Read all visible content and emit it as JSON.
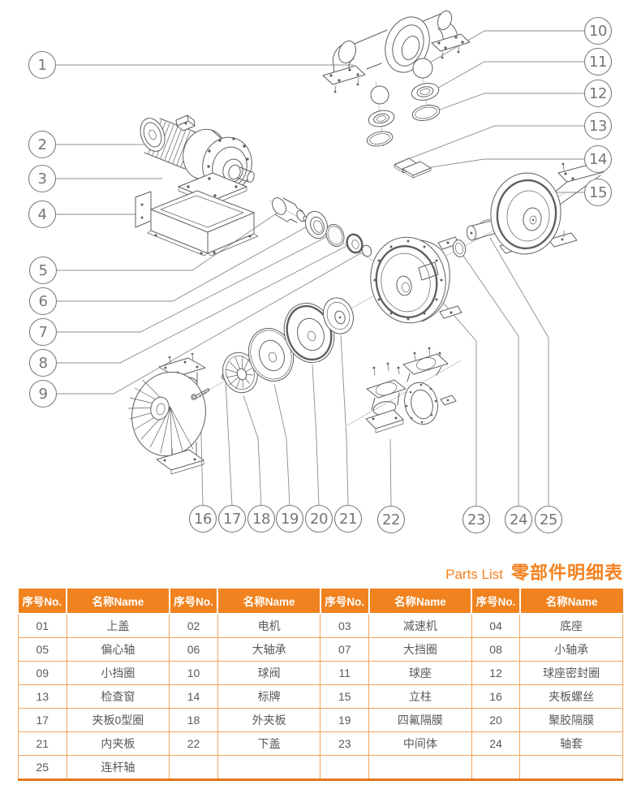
{
  "diagram": {
    "callouts": [
      "1",
      "2",
      "3",
      "4",
      "5",
      "6",
      "7",
      "8",
      "9",
      "10",
      "11",
      "12",
      "13",
      "14",
      "15",
      "16",
      "17",
      "18",
      "19",
      "20",
      "21",
      "22",
      "23",
      "24",
      "25"
    ]
  },
  "parts_list": {
    "title_en": "Parts List",
    "title_zh": "零部件明细表"
  },
  "parts_table": {
    "headers": [
      "序号No.",
      "名称Name",
      "序号No.",
      "名称Name",
      "序号No.",
      "名称Name",
      "序号No.",
      "名称Name"
    ],
    "rows": [
      [
        "01",
        "上盖",
        "02",
        "电机",
        "03",
        "减速机",
        "04",
        "底座"
      ],
      [
        "05",
        "偏心轴",
        "06",
        "大轴承",
        "07",
        "大挡圈",
        "08",
        "小轴承"
      ],
      [
        "09",
        "小挡圈",
        "10",
        "球阀",
        "11",
        "球座",
        "12",
        "球座密封圈"
      ],
      [
        "13",
        "检查窗",
        "14",
        "标牌",
        "15",
        "立柱",
        "16",
        "夹板螺丝"
      ],
      [
        "17",
        "夹板0型圈",
        "18",
        "外夹板",
        "19",
        "四氟隔膜",
        "20",
        "聚胶隔膜"
      ],
      [
        "21",
        "内夹板",
        "22",
        "下盖",
        "23",
        "中间体",
        "24",
        "轴套"
      ],
      [
        "25",
        "连杆轴",
        "",
        "",
        "",
        "",
        "",
        ""
      ]
    ]
  },
  "colors": {
    "accent_orange": "#f0821f",
    "title_orange": "#f4811f",
    "table_border_light": "#f2a45f",
    "table_border_bottom": "#e2771c",
    "drawing_line": "#5f5f5f",
    "leader_line": "#8c8c8c",
    "body_text": "#58595b"
  }
}
